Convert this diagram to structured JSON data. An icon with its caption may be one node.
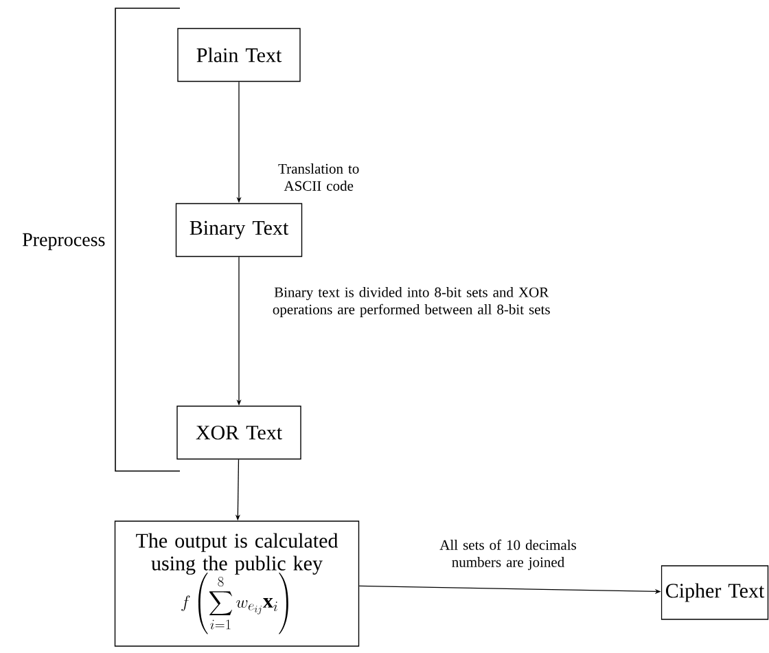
{
  "diagram": {
    "nodes": [
      {
        "text": [
          "Plain Text"
        ]
      },
      {
        "text": [
          "Binary Text"
        ]
      },
      {
        "text": [
          "XOR Text"
        ]
      },
      {
        "text": [
          "The output is calculated using the public key",
          "f\\left(\\sum_{i=1}^{8} w_{e_{ij}}\\mathbf{x}_i\\right)"
        ]
      },
      {
        "text": [
          "Cipher Text"
        ]
      }
    ],
    "edges": [
      {
        "from": 0,
        "to": 1,
        "arrow": "to",
        "label": "Translation to ASCII code"
      },
      {
        "from": 1,
        "to": 2,
        "arrow": "to",
        "label": "Binary text is divided into 8-bit sets and XOR operations are performed between all 8-bit sets"
      },
      {
        "from": 2,
        "to": 3,
        "arrow": "to"
      },
      {
        "from": 3,
        "to": 4,
        "arrow": "to",
        "label": "All sets of 10 decimals numbers are joined"
      }
    ],
    "labels": [
      "Preprocess"
    ]
  }
}
